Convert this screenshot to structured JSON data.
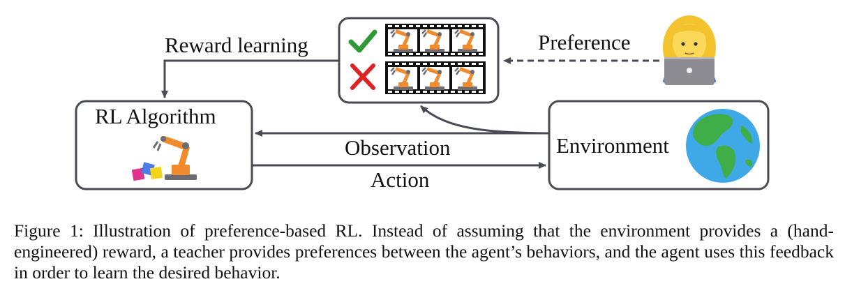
{
  "diagram": {
    "labels": {
      "reward_learning": "Reward learning",
      "preference": "Preference",
      "rl_algorithm": "RL Algorithm",
      "environment": "Environment",
      "observation": "Observation",
      "action": "Action"
    },
    "colors": {
      "box_stroke": "#4a4a55",
      "arrow": "#4a4a55",
      "check": "#2f9a35",
      "cross": "#e02222",
      "robot_orange": "#f08a2c",
      "robot_gray": "#6b6b73",
      "film": "#111111"
    }
  },
  "caption": {
    "text": "Figure 1: Illustration of preference-based RL. Instead of assuming that the environment provides a (hand-engineered) reward, a teacher provides preferences between the agent’s behaviors, and the agent uses this feedback in order to learn the desired behavior."
  }
}
